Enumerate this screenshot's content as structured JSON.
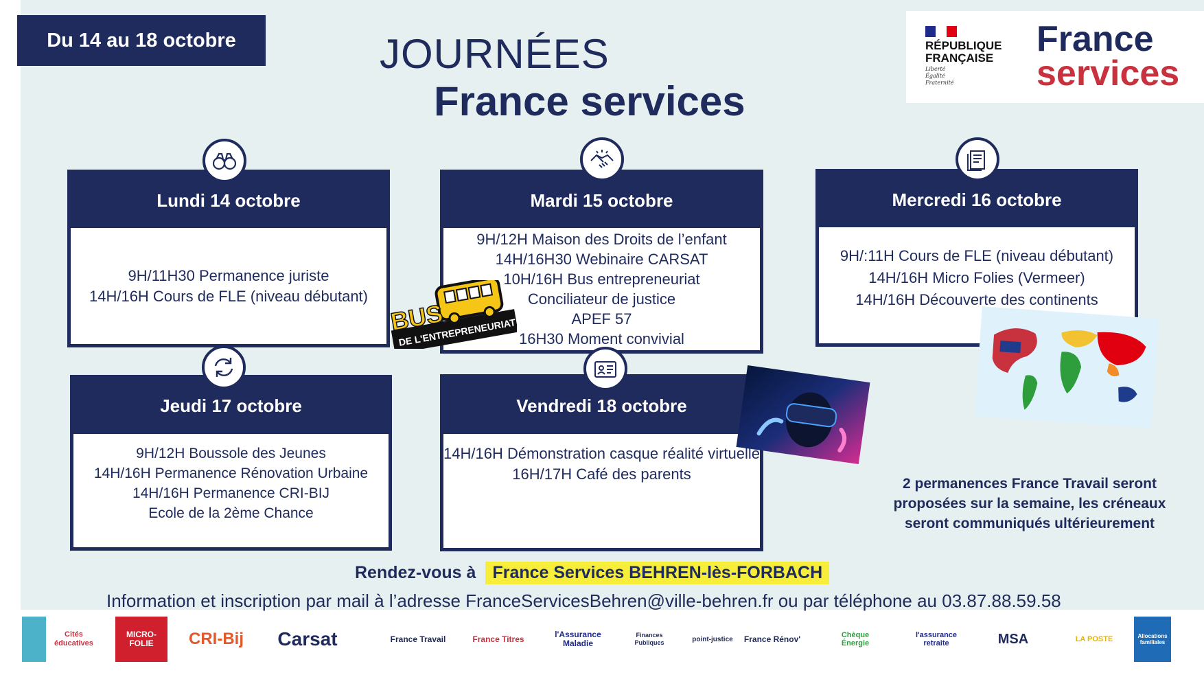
{
  "date_range": "Du 14 au 18 octobre",
  "title": {
    "line1": "JOURNÉES",
    "line2": "France services"
  },
  "logo": {
    "republic_name": "RÉPUBLIQUE\nFRANÇAISE",
    "motto": "Liberté\nÉgalité\nFraternité",
    "brand_line1": "France",
    "brand_line2": "services"
  },
  "days": [
    {
      "label": "Lundi 14 octobre",
      "icon": "binoculars-icon",
      "items": [
        "9H/11H30 Permanence juriste",
        "14H/16H Cours de FLE (niveau débutant)"
      ]
    },
    {
      "label": "Mardi 15 octobre",
      "icon": "handshake-icon",
      "items": [
        "9H/12H Maison des Droits de l’enfant",
        "14H/16H30 Webinaire CARSAT",
        "10H/16H Bus entrepreneuriat",
        "Conciliateur de justice",
        "APEF 57",
        "16H30 Moment convivial"
      ]
    },
    {
      "label": "Mercredi 16 octobre",
      "icon": "documents-icon",
      "items": [
        "9H/:11H Cours de FLE (niveau débutant)",
        "14H/16H Micro Folies (Vermeer)",
        "14H/16H Découverte des continents"
      ]
    },
    {
      "label": "Jeudi 17 octobre",
      "icon": "refresh-icon",
      "items": [
        "9H/12H Boussole des Jeunes",
        "14H/16H Permanence Rénovation Urbaine",
        "14H/16H Permanence CRI-BIJ",
        "Ecole de la 2ème Chance"
      ]
    },
    {
      "label": "Vendredi 18 octobre",
      "icon": "id-card-icon",
      "items": [
        "14H/16H Démonstration casque réalité virtuelle",
        "16H/17H Café des parents"
      ]
    }
  ],
  "bus_badge": {
    "line1": "BUS",
    "line2": "DE L'ENTREPRENEURIAT"
  },
  "note": "2 permanences France Travail seront proposées sur la semaine, les créneaux seront communiqués ultérieurement",
  "rendezvous": {
    "prefix": "Rendez-vous à",
    "place": "France Services BEHREN-lès-FORBACH"
  },
  "info": "Information et inscription par mail à l’adresse FranceServicesBehren@ville-behren.fr  ou par téléphone au 03.87.88.59.58",
  "partners": [
    "Cités éducatives",
    "MICRO-FOLIE",
    "CRI-Bij",
    "Carsat",
    "France Travail",
    "France Titres",
    "l'Assurance Maladie",
    "Finances Publiques",
    "point-justice",
    "France Rénov'",
    "Chèque Énergie",
    "l'assurance retraite",
    "MSA",
    "LA POSTE",
    "Allocations familiales"
  ],
  "colors": {
    "navy": "#1f2b5c",
    "background": "#e7f0f0",
    "highlight": "#f7ee3b",
    "brand_red": "#c8313e"
  }
}
